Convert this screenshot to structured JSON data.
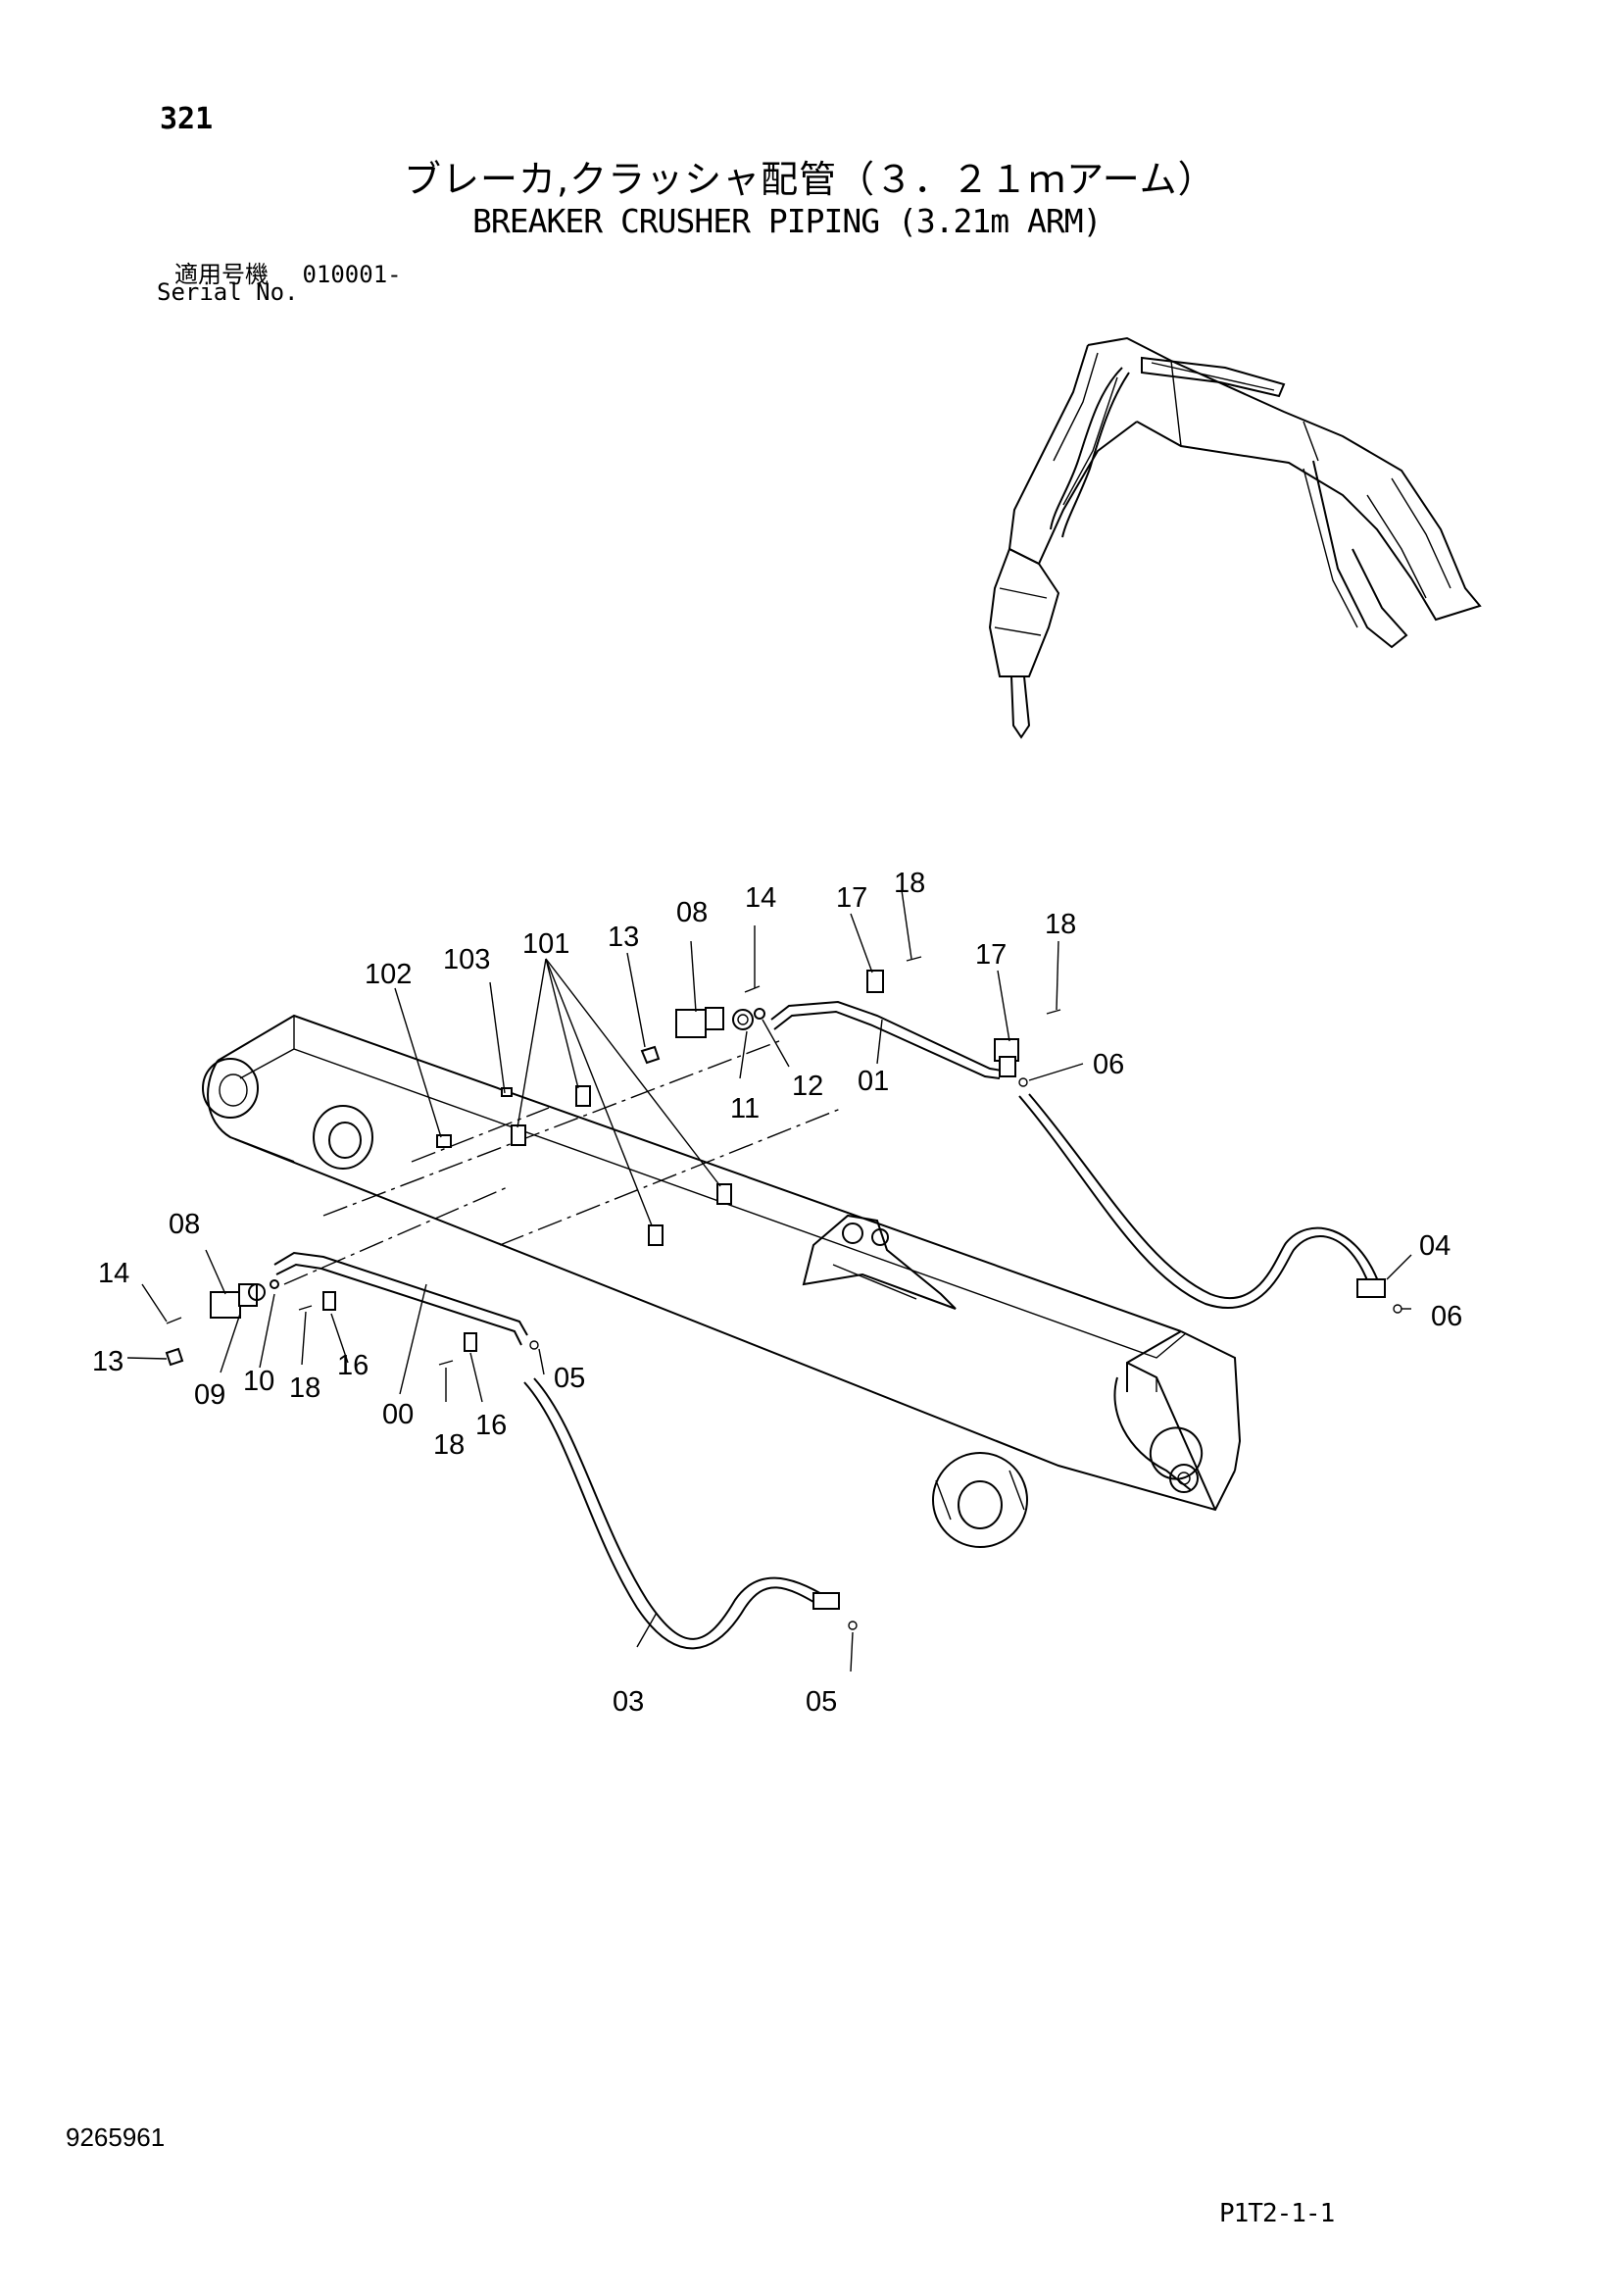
{
  "header": {
    "page_number": "321",
    "title_jp": "ブレーカ,クラッシャ配管（３．２１ｍアーム）",
    "title_en": "BREAKER CRUSHER PIPING (3.21m ARM)",
    "serial_label_jp": "適用号機",
    "serial_value": "010001-",
    "serial_label_en": "Serial No."
  },
  "callouts": {
    "c102": "102",
    "c103": "103",
    "c101": "101",
    "c13a": "13",
    "c08a": "08",
    "c14a": "14",
    "c17a": "17",
    "c18a": "18",
    "c18b": "18",
    "c17b": "17",
    "c11": "11",
    "c12": "12",
    "c01": "01",
    "c06a": "06",
    "c04": "04",
    "c06b": "06",
    "c08b": "08",
    "c14b": "14",
    "c13b": "13",
    "c09": "09",
    "c10": "10",
    "c18c": "18",
    "c16a": "16",
    "c00": "00",
    "c05a": "05",
    "c18d": "18",
    "c16b": "16",
    "c03": "03",
    "c05b": "05"
  },
  "footer": {
    "document_number": "9265961",
    "sheet_code": "P1T2-1-1"
  }
}
